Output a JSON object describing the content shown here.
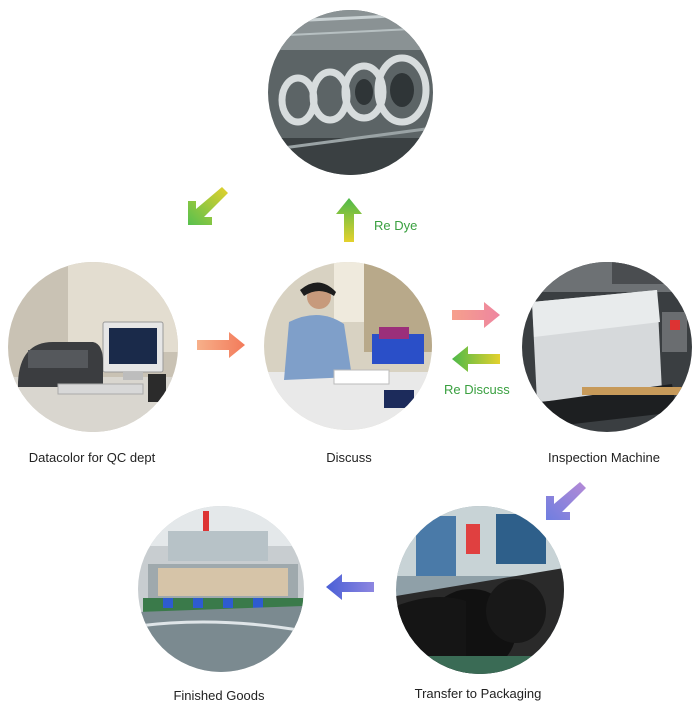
{
  "nodes": {
    "top": {
      "label": "",
      "icon": "dye-machine-photo"
    },
    "discuss": {
      "label": "Discuss",
      "icon": "discuss-meeting-photo"
    },
    "datacolor": {
      "label": "Datacolor for QC dept",
      "icon": "datacolor-computer-photo"
    },
    "inspection": {
      "label": "Inspection Machine",
      "icon": "inspection-machine-photo"
    },
    "transfer": {
      "label": "Transfer to Packaging",
      "icon": "fabric-rolls-photo"
    },
    "finished": {
      "label": "Finished Goods",
      "icon": "packaged-goods-photo"
    }
  },
  "edges": {
    "re_dye": "Re Dye",
    "re_discuss": "Re Discuss"
  },
  "colors": {
    "green": "#3aa040",
    "salmon": "#f49a83",
    "yellow": "#e4d12d",
    "purple": "#8d7ad8",
    "blue": "#5a6ad8"
  }
}
